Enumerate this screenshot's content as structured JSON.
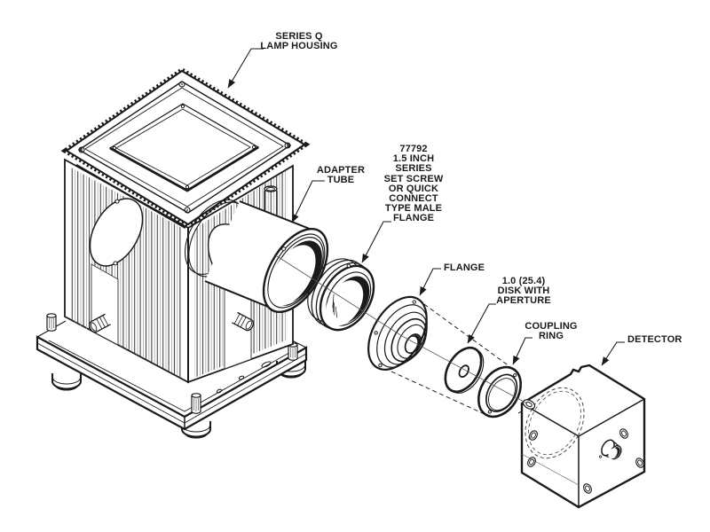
{
  "figure": {
    "type": "exploded-assembly-diagram",
    "background": "#ffffff",
    "ink": "#1a1a1a"
  },
  "labels": {
    "lamp_housing": "SERIES Q\nLAMP HOUSING",
    "adapter_tube": "ADAPTER\nTUBE",
    "male_flange": "77792\n1.5 INCH\nSERIES\nSET SCREW\nOR QUICK\nCONNECT\nTYPE  MALE\nFLANGE",
    "flange": "FLANGE",
    "aperture_disk": "1.0 (25.4)\nDISK WITH\nAPERTURE",
    "coupling_ring": "COUPLING\nRING",
    "detector": "DETECTOR"
  }
}
